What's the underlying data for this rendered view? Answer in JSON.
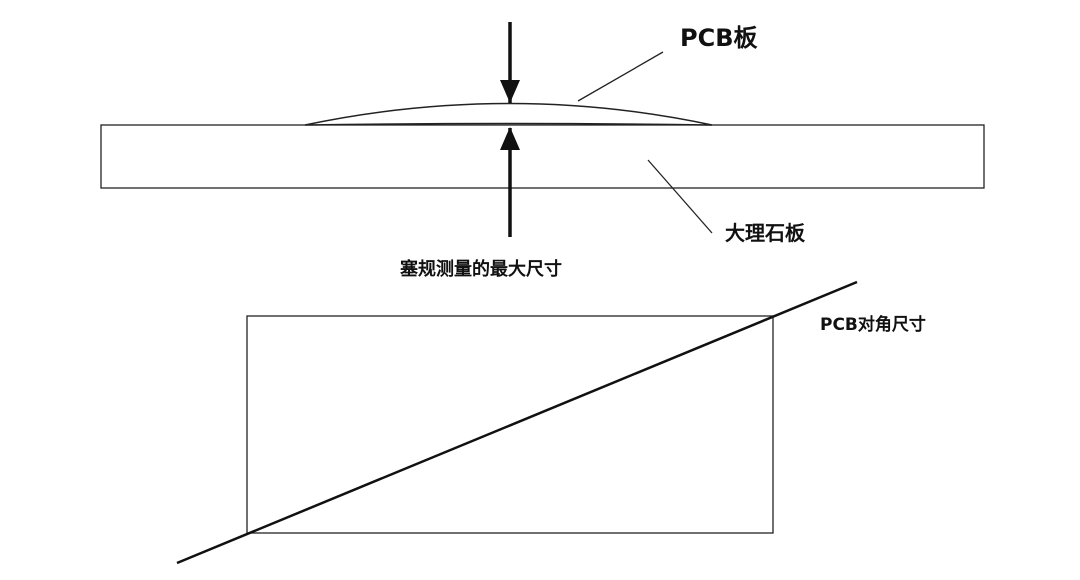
{
  "labels": {
    "pcb_board": "PCB板",
    "marble_slab": "大理石板",
    "feeler_gauge_max": "塞规测量的最大尺寸",
    "pcb_diagonal": "PCB对角尺寸"
  },
  "colors": {
    "stroke": "#111111",
    "background": "#ffffff"
  }
}
